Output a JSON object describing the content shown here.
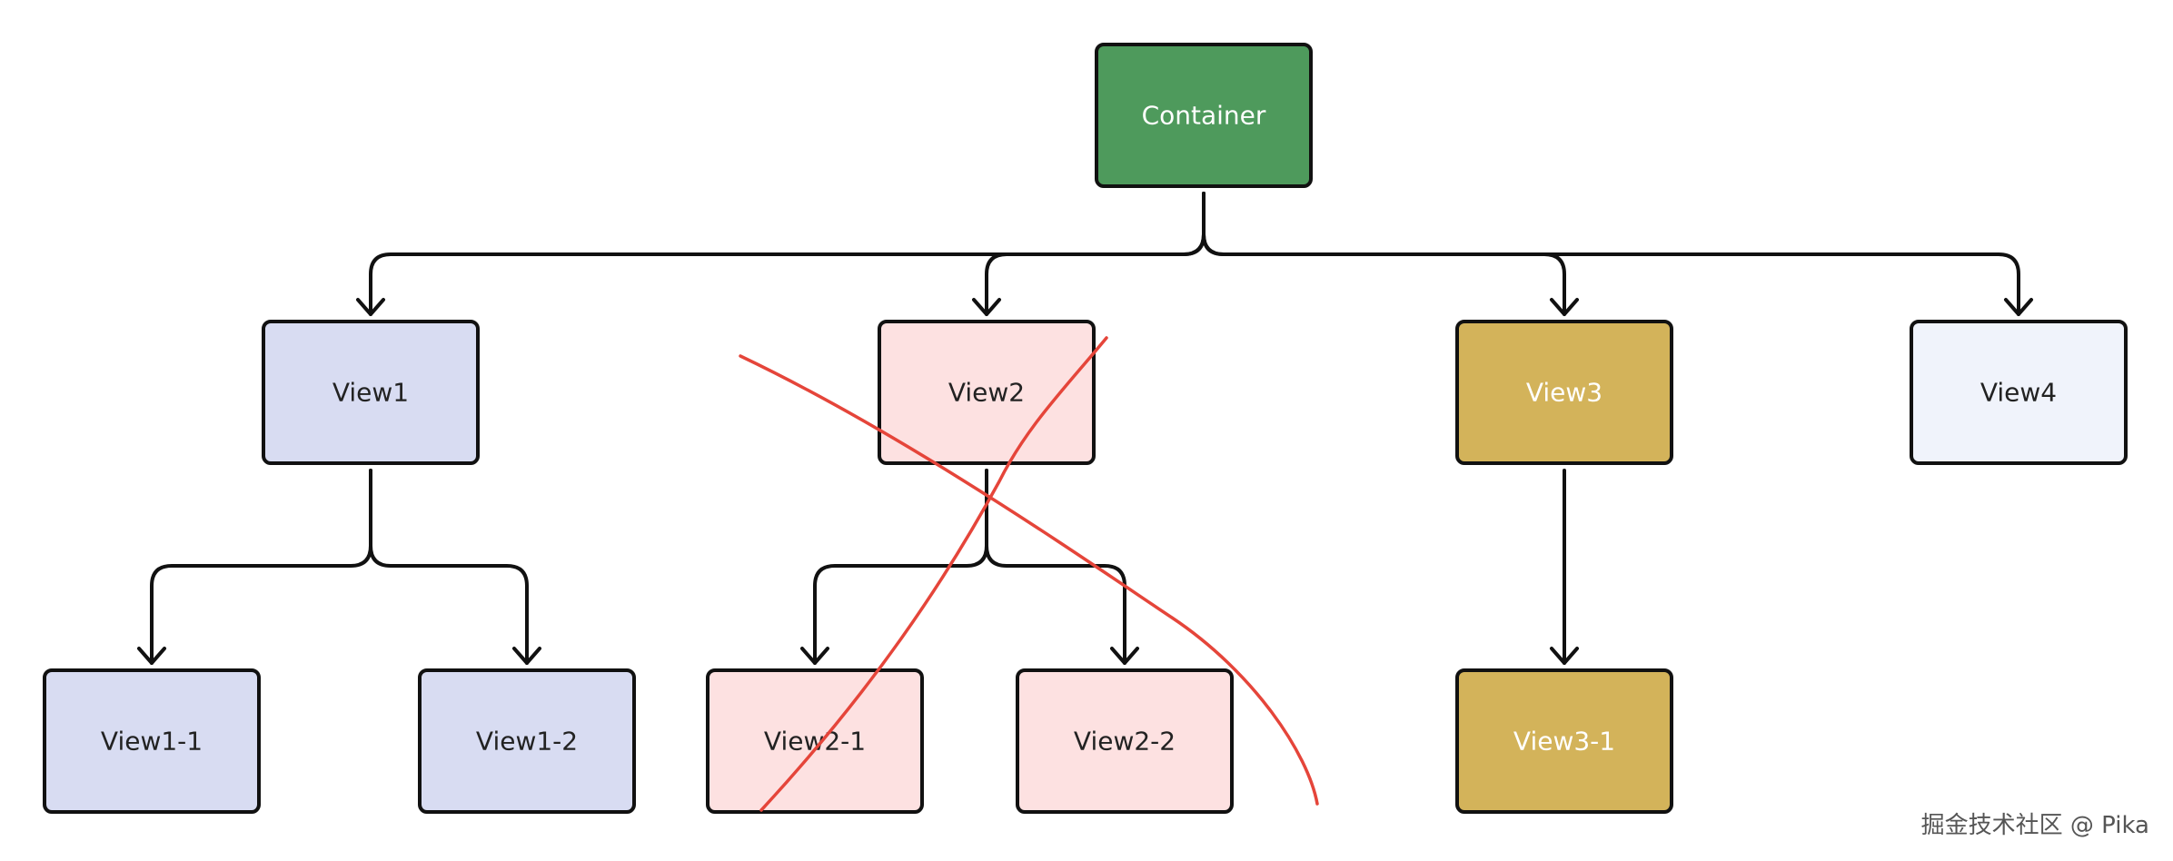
{
  "diagram": {
    "nodes": [
      {
        "id": "container",
        "label": "Container",
        "fill": "#4e9a5c",
        "text_color": "#ffffff"
      },
      {
        "id": "view1",
        "label": "View1",
        "fill": "#d8dcf2",
        "text_color": "#222222"
      },
      {
        "id": "view2",
        "label": "View2",
        "fill": "#fde1e1",
        "text_color": "#222222"
      },
      {
        "id": "view3",
        "label": "View3",
        "fill": "#d3b35a",
        "text_color": "#ffffff"
      },
      {
        "id": "view4",
        "label": "View4",
        "fill": "#f0f3fb",
        "text_color": "#222222"
      },
      {
        "id": "view1-1",
        "label": "View1-1",
        "fill": "#d8dcf2",
        "text_color": "#222222"
      },
      {
        "id": "view1-2",
        "label": "View1-2",
        "fill": "#d8dcf2",
        "text_color": "#222222"
      },
      {
        "id": "view2-1",
        "label": "View2-1",
        "fill": "#fde1e1",
        "text_color": "#222222"
      },
      {
        "id": "view2-2",
        "label": "View2-2",
        "fill": "#fde1e1",
        "text_color": "#222222"
      },
      {
        "id": "view3-1",
        "label": "View3-1",
        "fill": "#d3b35a",
        "text_color": "#ffffff"
      }
    ],
    "edges": [
      {
        "from": "container",
        "to": "view1"
      },
      {
        "from": "container",
        "to": "view2"
      },
      {
        "from": "container",
        "to": "view3"
      },
      {
        "from": "container",
        "to": "view4"
      },
      {
        "from": "view1",
        "to": "view1-1"
      },
      {
        "from": "view1",
        "to": "view1-2"
      },
      {
        "from": "view2",
        "to": "view2-1"
      },
      {
        "from": "view2",
        "to": "view2-2"
      },
      {
        "from": "view3",
        "to": "view3-1"
      }
    ],
    "crossed_out_subtree": "view2",
    "cross_color": "#e5453a"
  },
  "watermark": "掘金技术社区 @ Pika"
}
